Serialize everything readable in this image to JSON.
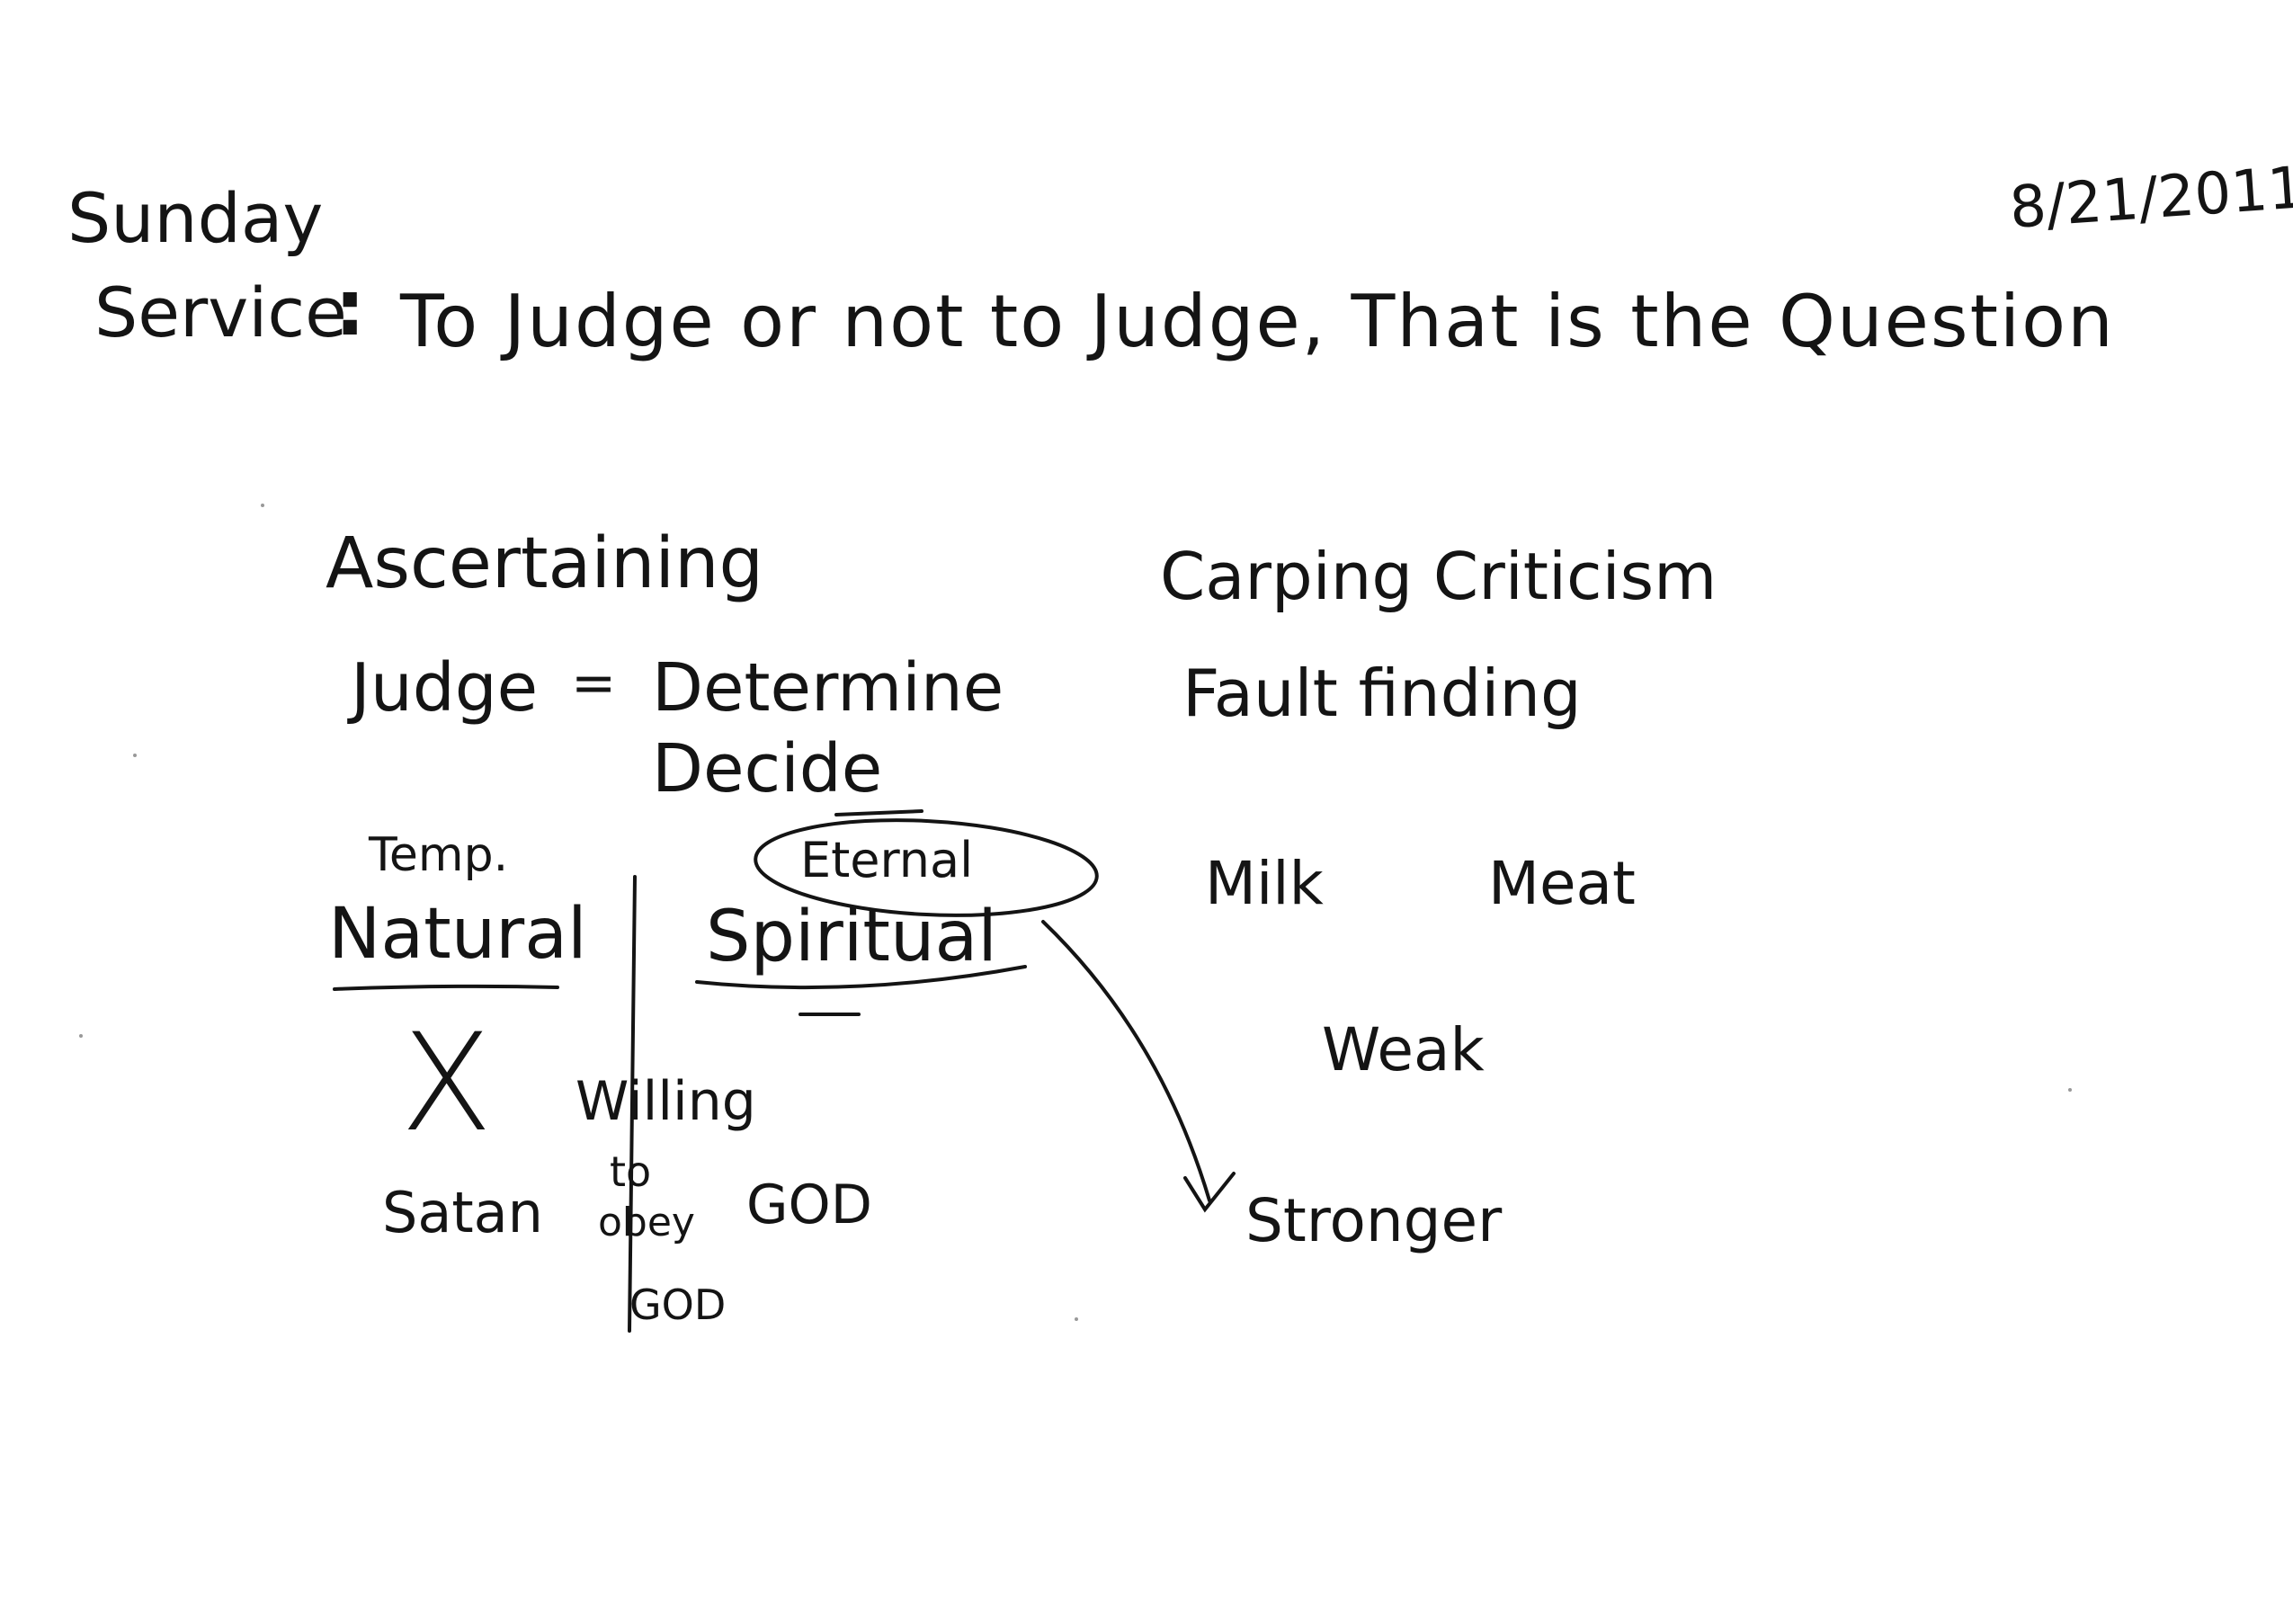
{
  "header": {
    "day": "Sunday",
    "service": "Service",
    "colon": ":",
    "title": "To Judge or not to Judge, That is the Question",
    "date": "8/21/2011"
  },
  "left": {
    "ascertaining": "Ascertaining",
    "judge": "Judge",
    "equals": "=",
    "determine": "Determine",
    "decide": "Decide",
    "temp": "Temp.",
    "natural": "Natural",
    "x_mark": "X",
    "satan": "Satan"
  },
  "middle": {
    "eternal": "Eternal",
    "spiritual": "Spiritual",
    "willing": "Willing",
    "to": "to",
    "obey": "obey",
    "god_lower": "GOD",
    "god_right": "GOD"
  },
  "right": {
    "carping": "Carping Criticism",
    "fault": "Fault finding",
    "milk": "Milk",
    "meat": "Meat",
    "weak": "Weak",
    "stronger": "Stronger"
  }
}
